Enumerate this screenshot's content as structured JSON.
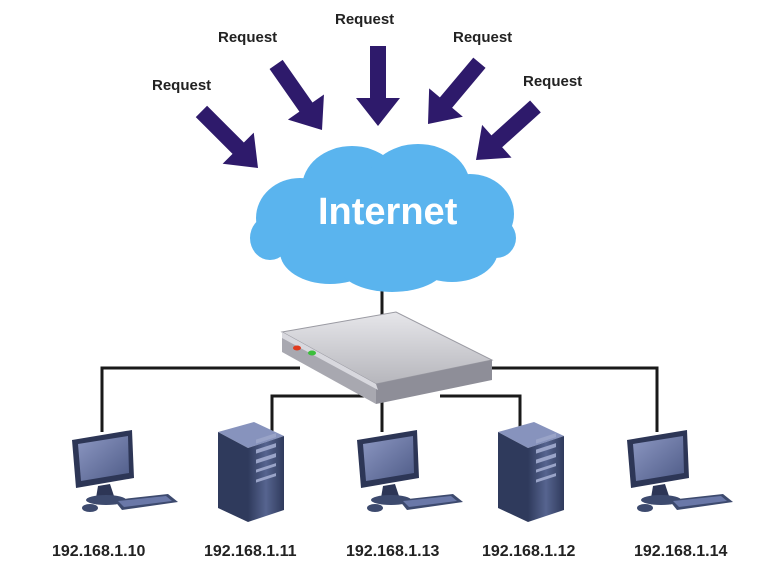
{
  "requests": [
    "Request",
    "Request",
    "Request",
    "Request",
    "Request"
  ],
  "cloud": {
    "label": "Internet"
  },
  "hosts": [
    {
      "ip": "192.168.1.10",
      "type": "workstation"
    },
    {
      "ip": "192.168.1.11",
      "type": "server"
    },
    {
      "ip": "192.168.1.13",
      "type": "workstation"
    },
    {
      "ip": "192.168.1.12",
      "type": "server"
    },
    {
      "ip": "192.168.1.14",
      "type": "workstation"
    }
  ],
  "colors": {
    "arrow": "#2e1a6b",
    "cloud": "#5ab4ee",
    "router_body": "#c9c9cd",
    "led_red": "#e03a1e",
    "led_green": "#3bbf3b",
    "device_dark": "#3d4a6e",
    "screen": "#6a78a8",
    "cable": "#1a1a1a"
  },
  "icons": {
    "arrow": "arrow-down-icon",
    "router": "router-icon",
    "workstation": "monitor-keyboard-icon",
    "server": "tower-server-icon"
  }
}
